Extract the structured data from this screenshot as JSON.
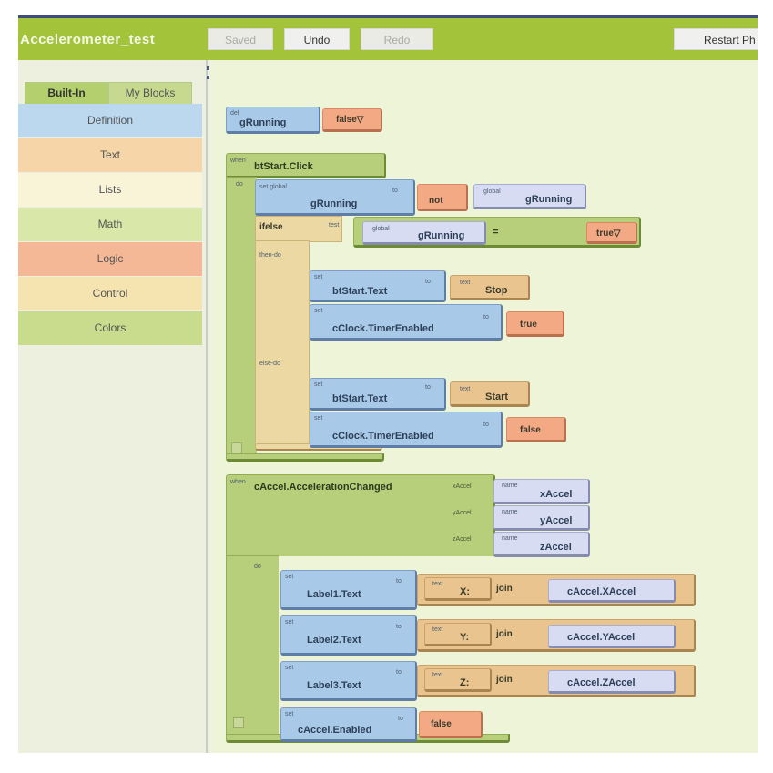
{
  "header": {
    "app_title": "Accelerometer_test",
    "buttons": {
      "saved": "Saved",
      "undo": "Undo",
      "redo": "Redo",
      "restart": "Restart Ph"
    }
  },
  "sidebar": {
    "tabs": [
      {
        "label": "Built-In",
        "active": true
      },
      {
        "label": "My Blocks",
        "active": false
      }
    ],
    "drawers": [
      {
        "label": "Definition",
        "color": "#bcd8ef"
      },
      {
        "label": "Text",
        "color": "#f6d6a8"
      },
      {
        "label": "Lists",
        "color": "#f9f3d8"
      },
      {
        "label": "Math",
        "color": "#d9e8a8"
      },
      {
        "label": "Logic",
        "color": "#f4b896"
      },
      {
        "label": "Control",
        "color": "#f6e4b0"
      },
      {
        "label": "Colors",
        "color": "#c9dc8e"
      }
    ]
  },
  "blocks": {
    "def": {
      "kw": "def",
      "name": "gRunning",
      "value": "false▽"
    },
    "start_click": {
      "when": "when",
      "event": "btStart.Click",
      "do": "do",
      "set_global": {
        "kw": "set global",
        "name": "gRunning",
        "to": "to",
        "not": "not",
        "global_kw": "global",
        "global_name": "gRunning"
      },
      "ifelse": {
        "kw": "ifelse",
        "test": "test",
        "global_kw": "global",
        "global_name": "gRunning",
        "op": "=",
        "value": "true▽",
        "then_do": "then-do",
        "else_do": "else-do",
        "then": [
          {
            "set": "set",
            "target": "btStart.Text",
            "to": "to",
            "text_kw": "text",
            "value": "Stop"
          },
          {
            "set": "set",
            "target": "cClock.TimerEnabled",
            "to": "to",
            "value": "true"
          }
        ],
        "else": [
          {
            "set": "set",
            "target": "btStart.Text",
            "to": "to",
            "text_kw": "text",
            "value": "Start"
          },
          {
            "set": "set",
            "target": "cClock.TimerEnabled",
            "to": "to",
            "value": "false"
          }
        ]
      }
    },
    "accel_changed": {
      "when": "when",
      "event": "cAccel.AccelerationChanged",
      "do": "do",
      "params": [
        {
          "label": "xAccel",
          "name_kw": "name",
          "name": "xAccel"
        },
        {
          "label": "yAccel",
          "name_kw": "name",
          "name": "yAccel"
        },
        {
          "label": "zAccel",
          "name_kw": "name",
          "name": "zAccel"
        }
      ],
      "sets": [
        {
          "set": "set",
          "target": "Label1.Text",
          "to": "to",
          "text_kw": "text",
          "text": "X:",
          "join": "join",
          "arg": "cAccel.XAccel"
        },
        {
          "set": "set",
          "target": "Label2.Text",
          "to": "to",
          "text_kw": "text",
          "text": "Y:",
          "join": "join",
          "arg": "cAccel.YAccel"
        },
        {
          "set": "set",
          "target": "Label3.Text",
          "to": "to",
          "text_kw": "text",
          "text": "Z:",
          "join": "join",
          "arg": "cAccel.ZAccel"
        }
      ],
      "enabled": {
        "set": "set",
        "target": "cAccel.Enabled",
        "to": "to",
        "value": "false"
      }
    }
  }
}
